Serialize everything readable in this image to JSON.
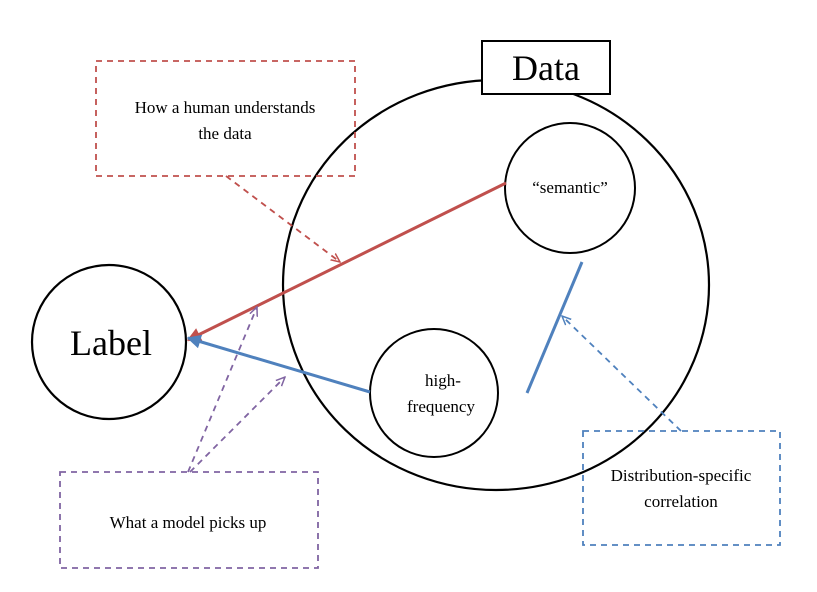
{
  "nodes": {
    "data_title": "Data",
    "semantic": "“semantic”",
    "high_frequency_line1": "high-",
    "high_frequency_line2": "frequency",
    "label": "Label"
  },
  "annotations": {
    "human_line1": "How a human understands",
    "human_line2": "the data",
    "model": "What a model picks up",
    "distribution_line1": "Distribution-specific",
    "distribution_line2": "correlation"
  },
  "colors": {
    "red": "#c0504d",
    "blue": "#4f81bd",
    "purple": "#8064a2",
    "stroke": "#000000"
  }
}
